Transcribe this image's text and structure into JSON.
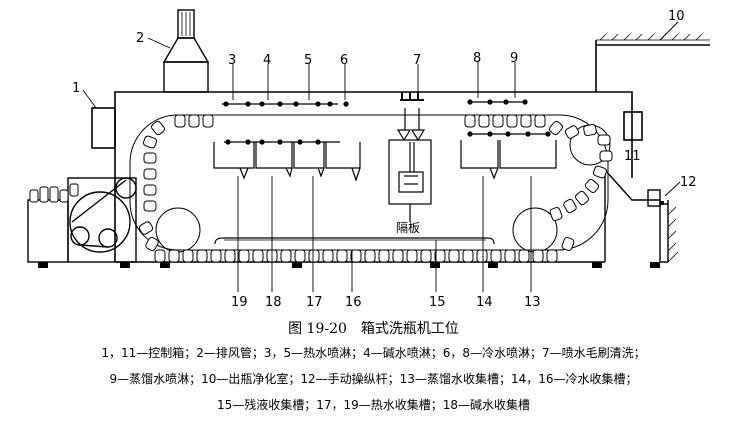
{
  "figure": {
    "number": "图 19-20",
    "title": "箱式洗瓶机工位",
    "partition_label": "隔板",
    "callouts": [
      "1",
      "2",
      "3",
      "4",
      "5",
      "6",
      "7",
      "8",
      "9",
      "10",
      "11",
      "12",
      "13",
      "14",
      "15",
      "16",
      "17",
      "18",
      "19"
    ]
  },
  "legend": {
    "line1": "1，11—控制箱；2—排风管；3，5—热水喷淋；4—碱水喷淋；6，8—冷水喷淋；7—喷水毛刷清洗；",
    "line2": "9—蒸馏水喷淋；10—出瓶净化室；12—手动操纵杆；13—蒸馏水收集槽；14，16—冷水收集槽；",
    "line3": "15—残液收集槽；17，19—热水收集槽；18—碱水收集槽"
  }
}
